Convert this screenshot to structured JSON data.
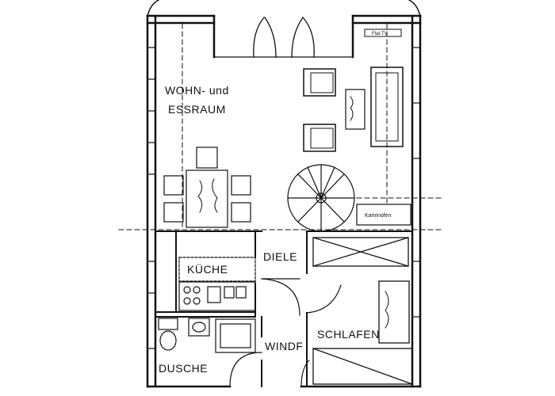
{
  "rooms": {
    "wohn_line1": "WOHN- und",
    "wohn_line2": "ESSRAUM",
    "kueche": "KÜCHE",
    "diele": "DIELE",
    "windf": "WINDF",
    "schlafen": "SCHLAFEN",
    "dusche": "DUSCHE"
  },
  "labels": {
    "kaminofen": "Kaminofen",
    "flat_tv": "Flat-TV"
  },
  "colors": {
    "ink": "#111111",
    "paper": "#ffffff"
  }
}
